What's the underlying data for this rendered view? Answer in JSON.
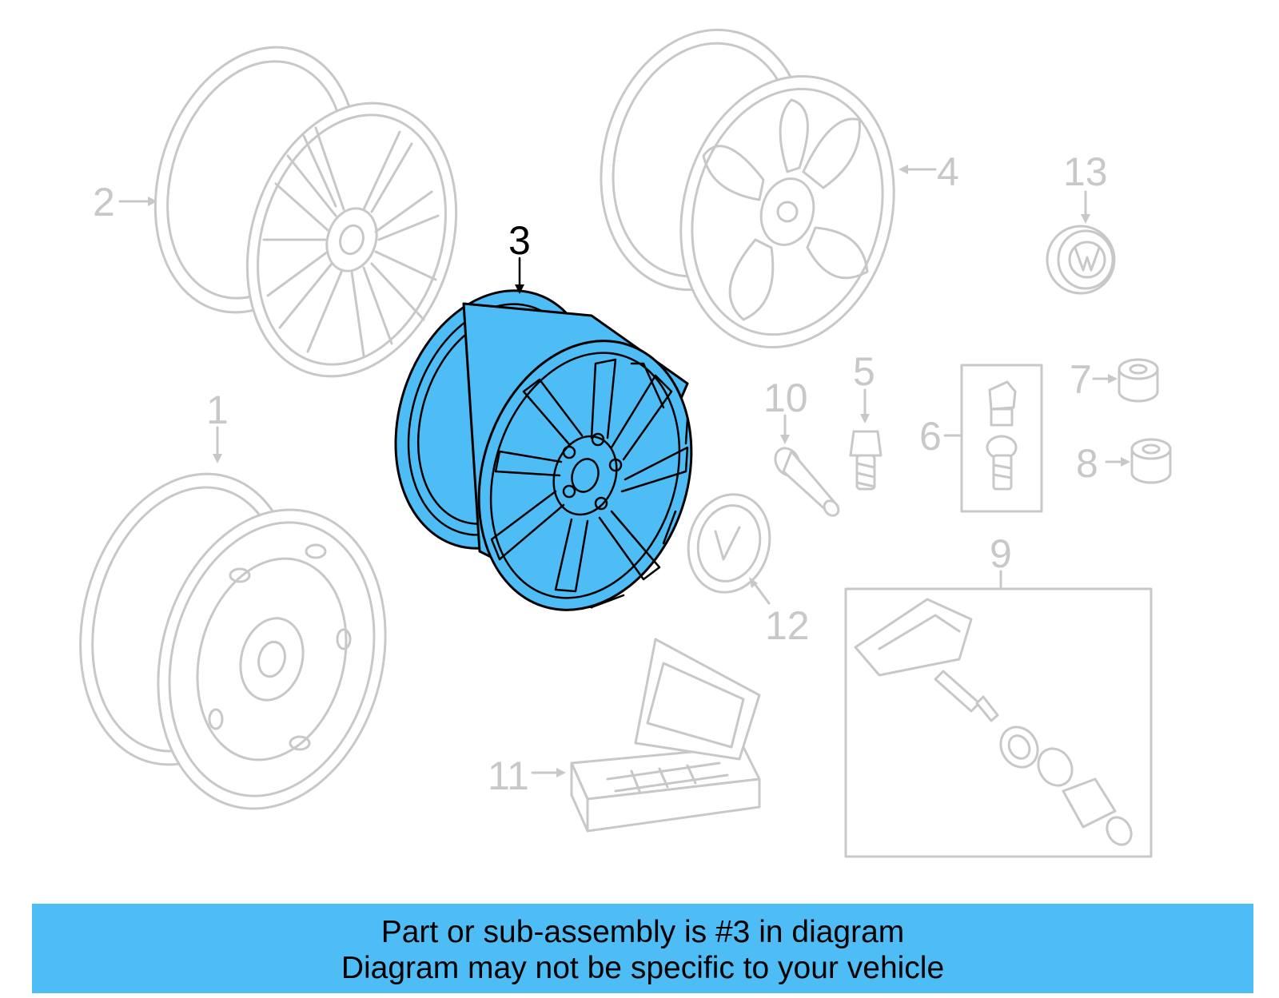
{
  "callouts": {
    "c1": "1",
    "c2": "2",
    "c3": "3",
    "c4": "4",
    "c5": "5",
    "c6": "6",
    "c7": "7",
    "c8": "8",
    "c9": "9",
    "c10": "10",
    "c11": "11",
    "c12": "12",
    "c13": "13"
  },
  "banner": {
    "line1": "Part or sub-assembly is #3 in diagram",
    "line2": "Diagram may not be specific to your vehicle"
  },
  "colors": {
    "highlight": "#4fbdf5",
    "ghost_line": "#c8c8c8",
    "outline": "#000000"
  },
  "icons": [
    "steel-wheel",
    "alloy-wheel",
    "valve-stem",
    "lug-bolt",
    "locking-bolt-set",
    "hub-cap",
    "tpms-sensor",
    "tool-case",
    "center-cap",
    "bolt-cap"
  ]
}
